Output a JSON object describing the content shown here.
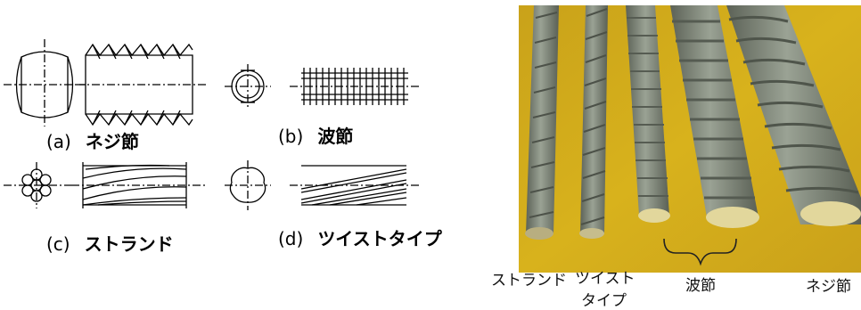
{
  "diagram_captions": {
    "a": {
      "letter": "(a)",
      "name": "ネジ節"
    },
    "b": {
      "letter": "(b)",
      "name": "波節"
    },
    "c": {
      "letter": "(c)",
      "name": "ストランド"
    },
    "d": {
      "letter": "(d)",
      "name": "ツイストタイプ"
    }
  },
  "photo_labels": {
    "strand": "ストランド",
    "twist_line1": "ツイスト",
    "twist_line2": "タイプ",
    "wave": "波節",
    "screw": "ネジ節"
  },
  "colors": {
    "photo_background": "#d8b21c",
    "rebar_gray": "#7f877a",
    "cut_face": "#e2d79c"
  }
}
